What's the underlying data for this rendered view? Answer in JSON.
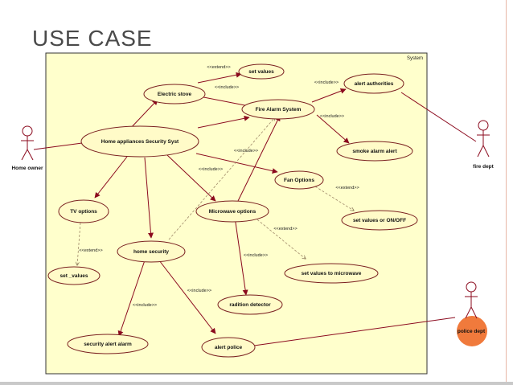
{
  "slide": {
    "title": "Use case"
  },
  "system": {
    "label": "System"
  },
  "actors": {
    "home_owner": "Home owner",
    "fire_dept": "fire dept",
    "police_dept": "police dept"
  },
  "use_cases": {
    "set_values_top": "set values",
    "electric_stove": "Electric stove",
    "alert_authorities": "alert authorities",
    "fire_alarm_system": "Fire Alarm System",
    "home_appliances": "Home appliances Security Syst",
    "smoke_alarm_alert": "smoke alarm alert",
    "fan_options": "Fan Options",
    "tv_options": "TV options",
    "microwave_options": "Microwave options",
    "set_values_on_off": "set values or ON/OFF",
    "home_security": "home security",
    "set_values_tv": "set _values",
    "set_values_microwave": "set values to microwave",
    "radiation_detector": "radition detector",
    "security_alert_alarm": "security alert alarm",
    "alert_police": "alert police"
  },
  "stereotypes": {
    "extend": "<<extend>>",
    "include": "<<include>>"
  },
  "colors": {
    "system_fill": "#ffffcc",
    "usecase_fill": "#fffbc8",
    "association": "#8b0a1e",
    "dependency": "#a08a6a",
    "police_accent": "#f07a3c"
  }
}
